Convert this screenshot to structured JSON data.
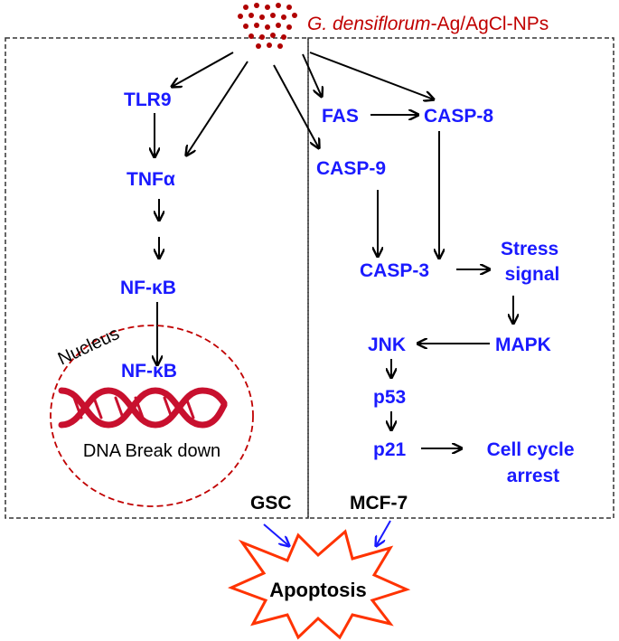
{
  "colors": {
    "node_text": "#1a1aff",
    "title_text": "#c00000",
    "nucleus": "#c00000",
    "dna": "#c8102e",
    "arrow": "#000000",
    "input_arrow": "#1a1aff",
    "burst_stroke": "#ff3300",
    "box_border": "#333333",
    "dots": "#b00000"
  },
  "title": {
    "species": "G. densiflorum",
    "suffix": "-Ag/AgCl-NPs"
  },
  "nodes": {
    "tlr9": "TLR9",
    "tnfa": "TNFα",
    "nfkb": "NF-κB",
    "nfkb_nucleus": "NF-κB",
    "fas": "FAS",
    "casp8": "CASP-8",
    "casp9": "CASP-9",
    "casp3": "CASP-3",
    "stress_line1": "Stress",
    "stress_line2": "signal",
    "mapk": "MAPK",
    "jnk": "JNK",
    "p53": "p53",
    "p21": "p21",
    "cellcycle_line1": "Cell cycle",
    "cellcycle_line2": "arrest"
  },
  "nucleus": {
    "label": "Nucleus",
    "dna_label": "DNA Break down"
  },
  "cells": {
    "gsc": "GSC",
    "mcf7": "MCF-7"
  },
  "outcome": "Apoptosis",
  "icons": [
    "nanoparticle-dots-icon",
    "dna-helix-icon",
    "burst-icon"
  ]
}
